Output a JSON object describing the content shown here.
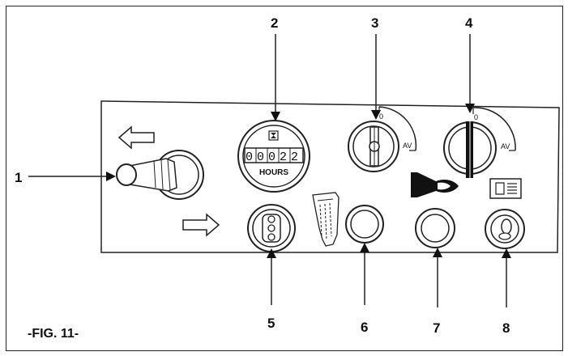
{
  "figure_label": "-FIG. 11-",
  "hour_meter": {
    "reading": "00022",
    "unit_label": "HOURS"
  },
  "key_switch_3": {
    "off_label": "0",
    "on_label": "AV"
  },
  "key_switch_4": {
    "off_label": "0",
    "on_label": "AV"
  },
  "callouts": [
    "1",
    "2",
    "3",
    "4",
    "5",
    "6",
    "7",
    "8"
  ],
  "icons": [
    "arrow-left-icon",
    "arrow-right-icon",
    "hourglass-icon",
    "key-icon",
    "fuel-glow-icon",
    "horn-icon",
    "headlight-icon"
  ]
}
